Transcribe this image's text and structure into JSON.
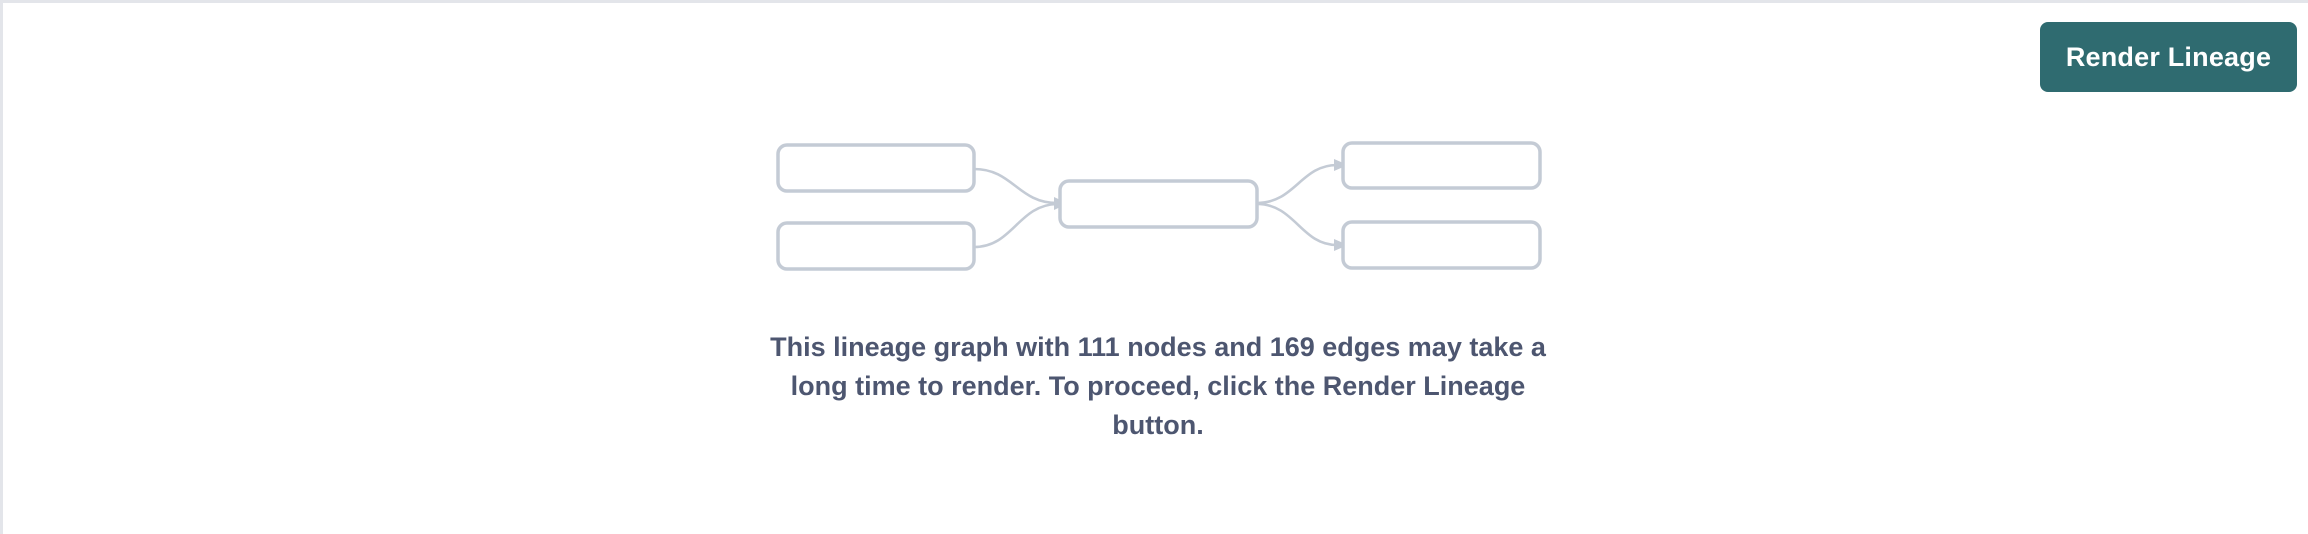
{
  "panel": {
    "background_color": "#ffffff",
    "border_color": "#e3e5ea"
  },
  "toolbar": {
    "render_lineage_label": "Render Lineage",
    "render_lineage_bg_color": "#2f6b70",
    "render_lineage_text_color": "#ffffff"
  },
  "graph_placeholder": {
    "node_border_color": "#c4cbd5",
    "edge_color": "#c4cbd5",
    "node_count_shown": 5,
    "edge_count_shown": 4,
    "nodes": [
      {
        "id": "left-top",
        "label": ""
      },
      {
        "id": "left-bottom",
        "label": ""
      },
      {
        "id": "center",
        "label": ""
      },
      {
        "id": "right-top",
        "label": ""
      },
      {
        "id": "right-bottom",
        "label": ""
      }
    ]
  },
  "message": {
    "text": "This lineage graph with 111 nodes and 169 edges may take a long time to render. To proceed, click the Render Lineage button.",
    "node_count": "111",
    "edge_count": "169",
    "text_color": "#4d5670"
  }
}
